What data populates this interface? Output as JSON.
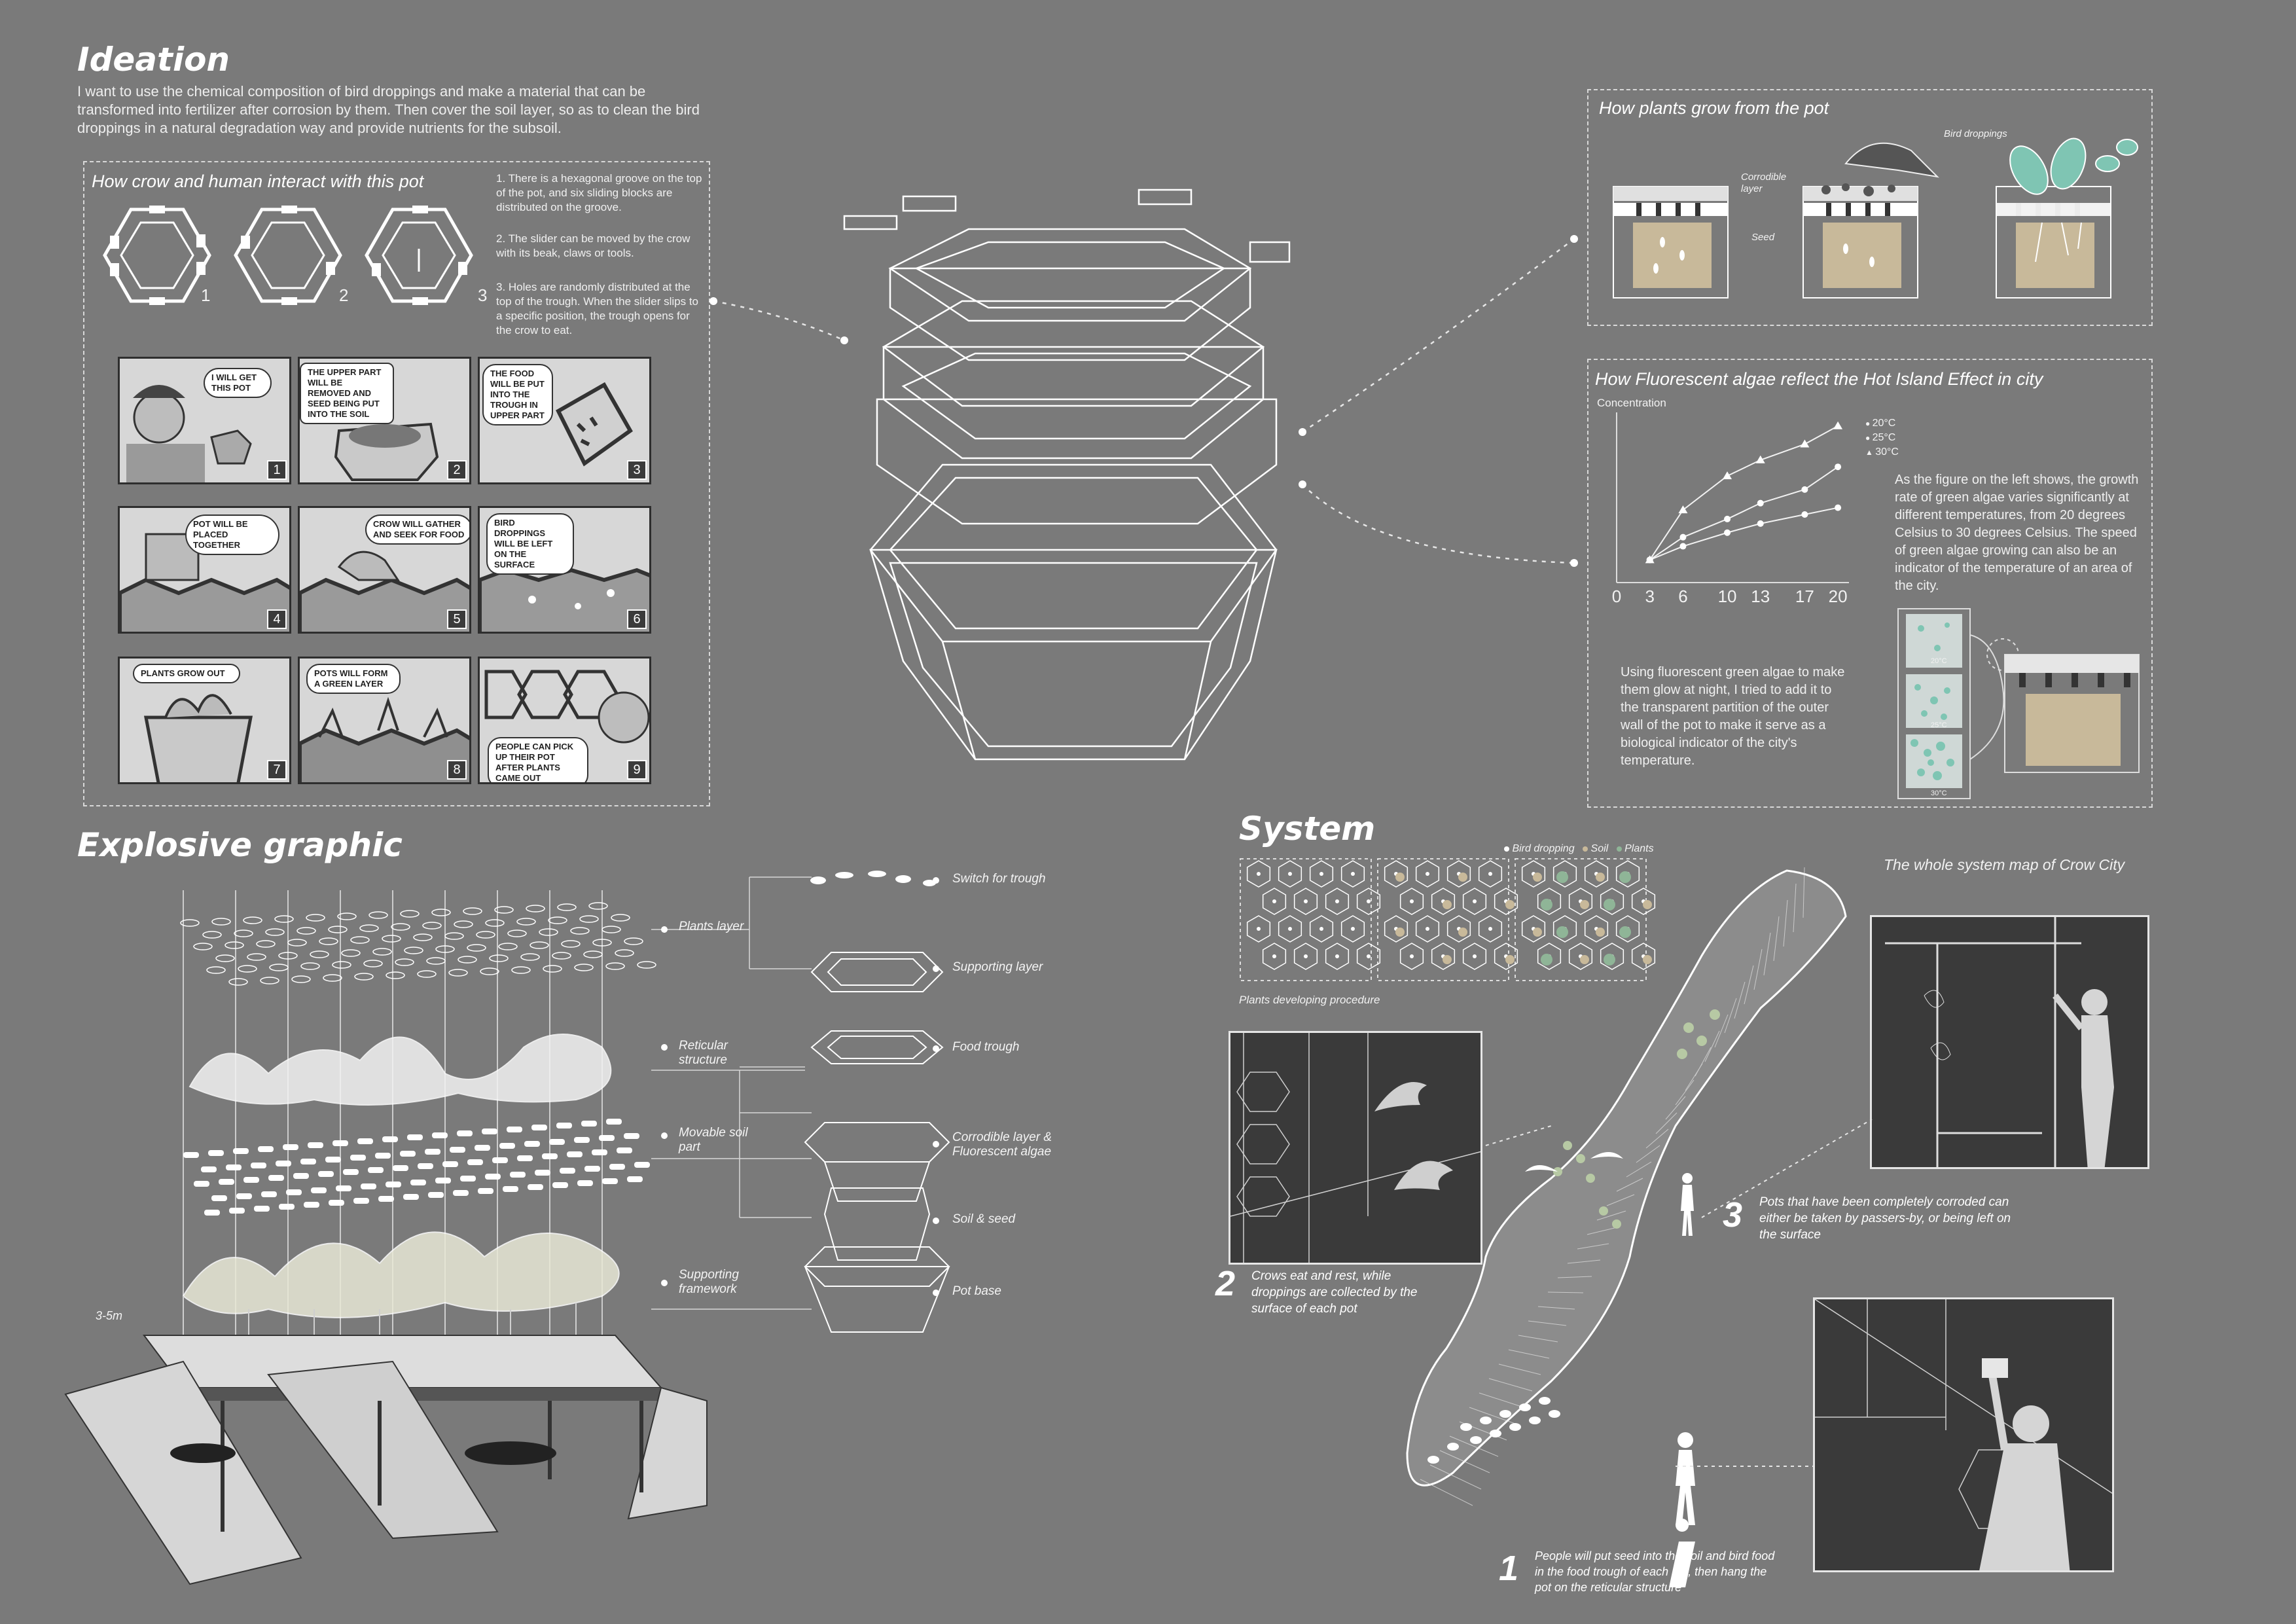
{
  "ideation": {
    "title": "Ideation",
    "intro": "I want to use the chemical composition of bird droppings and make a material that can be transformed into fertilizer after corrosion by them. Then cover the soil layer, so as to clean the bird droppings in a natural degradation way and provide nutrients for the subsoil.",
    "interact_title": "How crow and human interact with this pot",
    "hex_numbers": [
      "1",
      "2",
      "3"
    ],
    "steps": [
      "1. There is a hexagonal groove on the top of the pot, and six sliding blocks are distributed on the groove.",
      "2. The slider can be moved by the crow with its beak, claws or tools.",
      "3. Holes are randomly distributed at the top of the trough. When the slider slips to a specific position, the trough opens for the crow to eat."
    ],
    "comic": [
      {
        "num": "1",
        "bubble": "I WILL GET THIS POT"
      },
      {
        "num": "2",
        "bubble": "THE UPPER PART WILL BE REMOVED AND SEED BEING PUT INTO THE SOIL"
      },
      {
        "num": "3",
        "bubble": "THE FOOD WILL BE PUT INTO THE TROUGH IN UPPER PART"
      },
      {
        "num": "4",
        "bubble": "POT WILL BE PLACED TOGETHER"
      },
      {
        "num": "5",
        "bubble": "CROW WILL GATHER AND SEEK FOR FOOD"
      },
      {
        "num": "6",
        "bubble": "BIRD DROPPINGS WILL BE LEFT ON THE SURFACE"
      },
      {
        "num": "7",
        "bubble": "PLANTS GROW OUT"
      },
      {
        "num": "8",
        "bubble": "POTS WILL FORM A GREEN LAYER"
      },
      {
        "num": "9",
        "bubble": "PEOPLE CAN PICK UP THEIR POT AFTER PLANTS CAME OUT"
      }
    ]
  },
  "plants_pot": {
    "title": "How plants grow from the pot",
    "corrodible": "Corrodible layer",
    "seed": "Seed",
    "bird_droppings": "Bird droppings"
  },
  "algae": {
    "title": "How Fluorescent algae reflect the Hot Island Effect in city",
    "description": "As the figure on the left shows, the growth rate of green algae varies significantly at different temperatures, from 20 degrees Celsius to 30 degrees Celsius. The speed of green algae growing can also be an indicator of the temperature of an area of the city.",
    "glow_text": "Using fluorescent green algae to make them glow at night, I tried to add it to the transparent partition of the outer wall of the pot to make it serve as a biological indicator of the city's temperature.",
    "tube_labels": [
      "20°C",
      "25°C",
      "30°C"
    ]
  },
  "chart_data": {
    "type": "line",
    "ylabel": "Concentration",
    "x": [
      0,
      3,
      6,
      10,
      13,
      17,
      20
    ],
    "x_ticks": [
      "0",
      "3",
      "6",
      "10",
      "13",
      "17",
      "20"
    ],
    "series": [
      {
        "name": "20°C",
        "marker": "circle",
        "points": [
          [
            3,
            1.0
          ],
          [
            6,
            1.6
          ],
          [
            10,
            2.2
          ],
          [
            13,
            2.6
          ],
          [
            17,
            3.0
          ],
          [
            20,
            3.3
          ]
        ]
      },
      {
        "name": "25°C",
        "marker": "circle",
        "points": [
          [
            3,
            1.0
          ],
          [
            6,
            2.0
          ],
          [
            10,
            2.8
          ],
          [
            13,
            3.5
          ],
          [
            17,
            4.1
          ],
          [
            20,
            5.1
          ]
        ]
      },
      {
        "name": "30°C",
        "marker": "triangle",
        "points": [
          [
            3,
            1.0
          ],
          [
            6,
            3.2
          ],
          [
            10,
            4.7
          ],
          [
            13,
            5.4
          ],
          [
            17,
            6.1
          ],
          [
            20,
            6.9
          ]
        ]
      }
    ],
    "xlim": [
      0,
      21
    ],
    "ylim": [
      0,
      7.5
    ],
    "legend": "right"
  },
  "explosive": {
    "title": "Explosive graphic",
    "left_labels": [
      "Plants layer",
      "Reticular structure",
      "Movable soil part",
      "Supporting framework"
    ],
    "right_labels": [
      "Switch for trough",
      "Supporting layer",
      "Food trough",
      "Corrodible layer & Fluorescent algae",
      "Soil & seed",
      "Pot base"
    ],
    "height": "3-5m"
  },
  "system": {
    "title": "System",
    "legend": [
      "Bird dropping",
      "Soil",
      "Plants"
    ],
    "procedure": "Plants developing procedure",
    "map_title": "The whole system map of Crow City",
    "n1": "1",
    "t1": "People will put seed into the soil and bird food in the food trough of each pot, then hang the pot on the reticular structure",
    "n2": "2",
    "t2": "Crows eat and rest, while droppings are collected by the surface of each pot",
    "n3": "3",
    "t3": "Pots that have been completely corroded can either be taken by passers-by, or being left on the surface"
  },
  "colors": {
    "background": "#7a7a7a",
    "soil": "#c8b99a",
    "algae": "#7fc5b3",
    "plant": "#8fb597"
  }
}
